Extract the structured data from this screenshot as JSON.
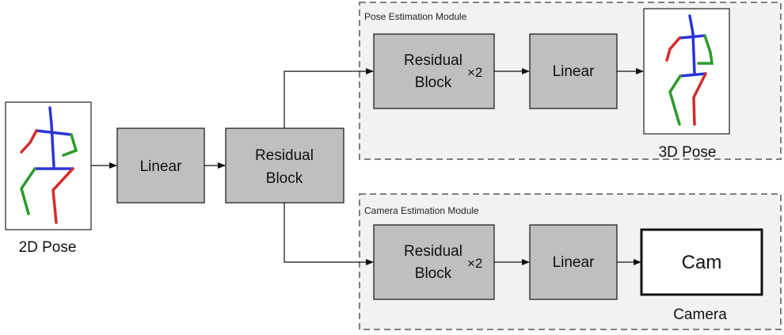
{
  "colors": {
    "block_fill": "#bfbfbf",
    "module_fill": "#f2f2f2",
    "module_border": "#7f7f7f",
    "skeleton_spine": "#2b35d6",
    "skeleton_left": "#d62b2b",
    "skeleton_right": "#2b9a2b"
  },
  "input": {
    "caption": "2D Pose",
    "icon": "2d-skeleton-icon"
  },
  "linear_1": {
    "label": "Linear"
  },
  "residual_shared": {
    "line1": "Residual",
    "line2": "Block"
  },
  "pose_module": {
    "title": "Pose Estimation Module",
    "residual": {
      "line1": "Residual",
      "line2": "Block",
      "repeat": "×2"
    },
    "linear": {
      "label": "Linear"
    },
    "output": {
      "caption": "3D Pose",
      "icon": "3d-skeleton-icon"
    }
  },
  "camera_module": {
    "title": "Camera Estimation Module",
    "residual": {
      "line1": "Residual",
      "line2": "Block",
      "repeat": "×2"
    },
    "linear": {
      "label": "Linear"
    },
    "output": {
      "label": "Cam",
      "caption": "Camera"
    }
  }
}
